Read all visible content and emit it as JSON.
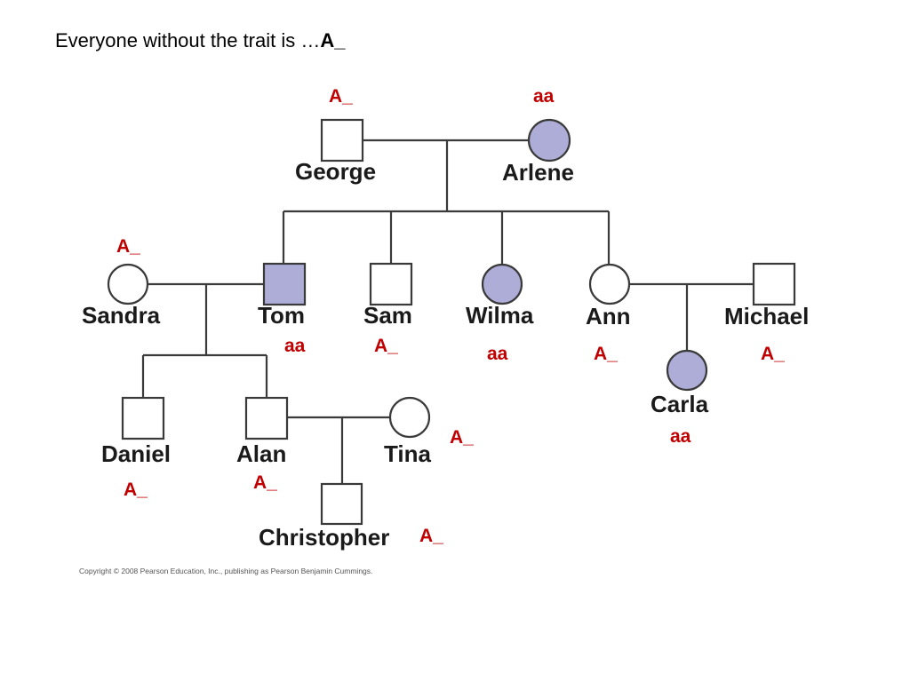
{
  "heading": {
    "text": "Everyone without the trait is …",
    "bold": "A_"
  },
  "colors": {
    "affected_fill": "#aeadd8",
    "unaffected_fill": "#ffffff",
    "line": "#3a3a3a",
    "genotype_text": "#c00000"
  },
  "individuals": {
    "george": {
      "name": "George",
      "sex": "male",
      "affected": false,
      "genotype": "A_"
    },
    "arlene": {
      "name": "Arlene",
      "sex": "female",
      "affected": true,
      "genotype": "aa"
    },
    "sandra": {
      "name": "Sandra",
      "sex": "female",
      "affected": false,
      "genotype": "A_"
    },
    "tom": {
      "name": "Tom",
      "sex": "male",
      "affected": true,
      "genotype": "aa"
    },
    "sam": {
      "name": "Sam",
      "sex": "male",
      "affected": false,
      "genotype": "A_"
    },
    "wilma": {
      "name": "Wilma",
      "sex": "female",
      "affected": true,
      "genotype": "aa"
    },
    "ann": {
      "name": "Ann",
      "sex": "female",
      "affected": false,
      "genotype": "A_"
    },
    "michael": {
      "name": "Michael",
      "sex": "male",
      "affected": false,
      "genotype": "A_"
    },
    "carla": {
      "name": "Carla",
      "sex": "female",
      "affected": true,
      "genotype": "aa"
    },
    "daniel": {
      "name": "Daniel",
      "sex": "male",
      "affected": false,
      "genotype": "A_"
    },
    "alan": {
      "name": "Alan",
      "sex": "male",
      "affected": false,
      "genotype": "A_"
    },
    "tina": {
      "name": "Tina",
      "sex": "female",
      "affected": false,
      "genotype": "A_"
    },
    "christopher": {
      "name": "Christopher",
      "sex": "male",
      "affected": false,
      "genotype": "A_"
    }
  },
  "copyright": "Copyright © 2008 Pearson Education, Inc., publishing as Pearson Benjamin Cummings."
}
